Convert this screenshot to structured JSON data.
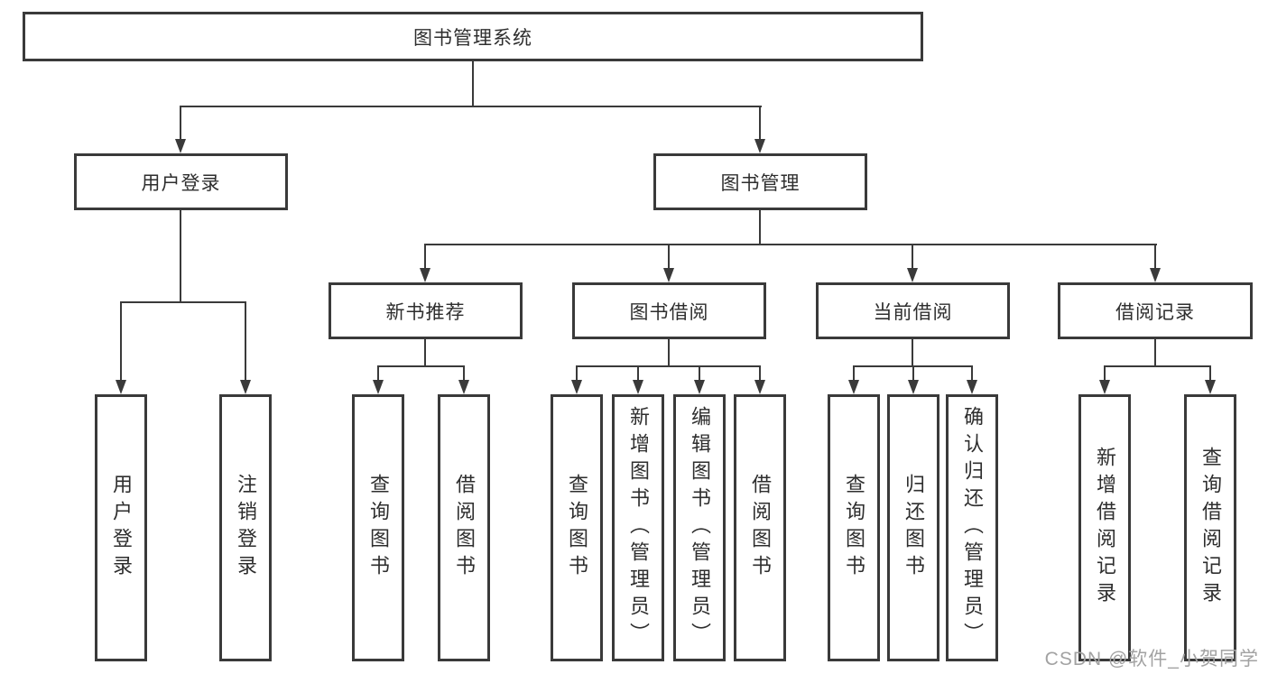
{
  "root": {
    "label": "图书管理系统"
  },
  "level1": {
    "user_login": {
      "label": "用户登录"
    },
    "book_management": {
      "label": "图书管理"
    }
  },
  "level2": {
    "new_book_recommend": {
      "label": "新书推荐"
    },
    "book_borrow": {
      "label": "图书借阅"
    },
    "current_borrow": {
      "label": "当前借阅"
    },
    "borrow_records": {
      "label": "借阅记录"
    }
  },
  "leaves": {
    "user_login": {
      "label": "用户登录"
    },
    "logout": {
      "label": "注销登录"
    },
    "recommend_query_books": {
      "label": "查询图书"
    },
    "recommend_borrow_books": {
      "label": "借阅图书"
    },
    "borrow_query_books": {
      "label": "查询图书"
    },
    "borrow_add_books": {
      "label": "新增图书（管理员）"
    },
    "borrow_edit_books": {
      "label": "编辑图书（管理员）"
    },
    "borrow_lend_books": {
      "label": "借阅图书"
    },
    "current_query_books": {
      "label": "查询图书"
    },
    "current_return_books": {
      "label": "归还图书"
    },
    "current_confirm_return": {
      "label": "确认归还（管理员）"
    },
    "records_add_record": {
      "label": "新增借阅记录"
    },
    "records_query_record": {
      "label": "查询借阅记录"
    }
  },
  "watermark": {
    "text": "CSDN @软件_小贺同学"
  },
  "colors": {
    "line": "#3a3a3a",
    "text": "#2e2e2e",
    "watermark": "#a2a2a2",
    "background": "#ffffff"
  }
}
